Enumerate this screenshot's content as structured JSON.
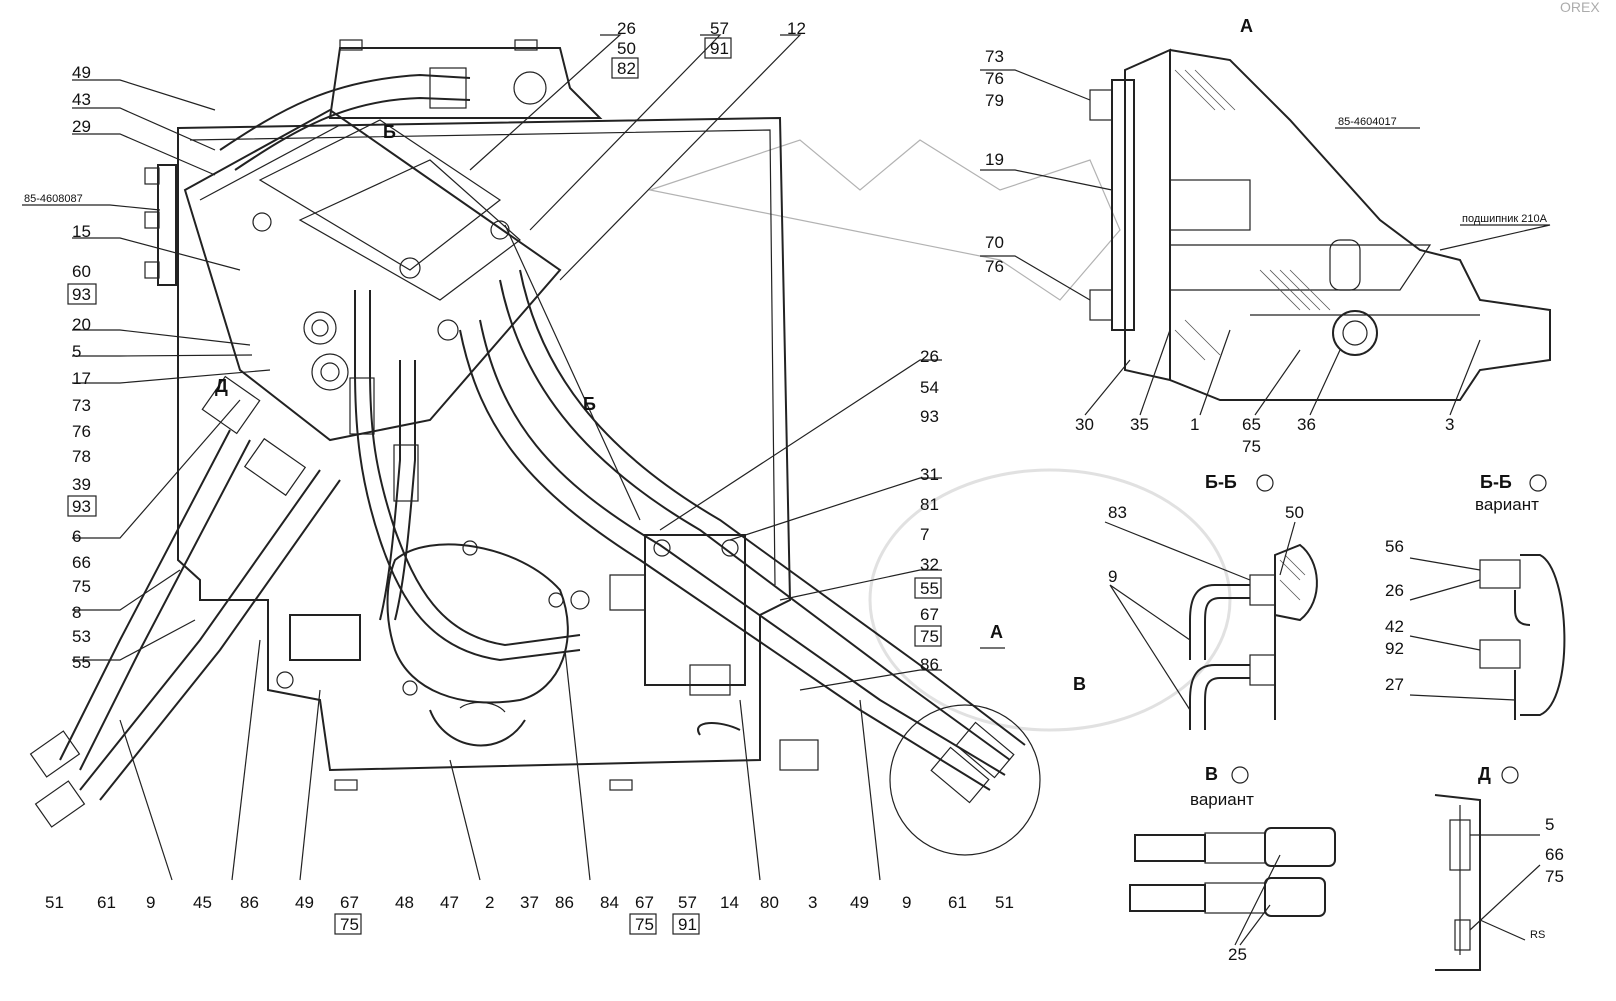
{
  "watermark": {
    "text": "OREX",
    "color": "#bfbfbf"
  },
  "views": {
    "A": {
      "title": "А",
      "callout": "А",
      "part_number": "85-4604017",
      "bearing_note": "подшипник 210А"
    },
    "BB": {
      "title": "Б-Б",
      "variant_title": "Б-Б",
      "variant_caption": "вариант"
    },
    "V": {
      "title": "В",
      "caption": "вариант",
      "callout": "В"
    },
    "D": {
      "title": "Д",
      "note": "RS",
      "callout": "Д"
    },
    "cut_marks": [
      "Б",
      "Б"
    ]
  },
  "main_part_number": "85-4608087",
  "labels_main_left": [
    "49",
    "43",
    "29",
    "15",
    "60",
    "93",
    "20",
    "5",
    "17",
    "73",
    "76",
    "78",
    "39",
    "93",
    "6",
    "66",
    "75",
    "8",
    "53",
    "55"
  ],
  "labels_top": [
    "26",
    "50",
    "82",
    "57",
    "91",
    "12"
  ],
  "labels_right_main": [
    "26",
    "54",
    "93",
    "31",
    "81",
    "7",
    "32",
    "55",
    "67",
    "75",
    "86"
  ],
  "labels_bottom": [
    "51",
    "61",
    "9",
    "45",
    "86",
    "49",
    "67",
    "75",
    "48",
    "47",
    "2",
    "37",
    "86",
    "84",
    "67",
    "75",
    "57",
    "91",
    "14",
    "80",
    "3",
    "49",
    "9",
    "61",
    "51"
  ],
  "labels_view_A": [
    "73",
    "76",
    "79",
    "19",
    "70",
    "76",
    "30",
    "35",
    "1",
    "65",
    "75",
    "36",
    "3"
  ],
  "labels_view_BB": [
    "83",
    "50",
    "9"
  ],
  "labels_view_BB_variant": [
    "56",
    "26",
    "42",
    "92",
    "27"
  ],
  "labels_view_V": [
    "25"
  ],
  "labels_view_D": [
    "5",
    "66",
    "75"
  ]
}
